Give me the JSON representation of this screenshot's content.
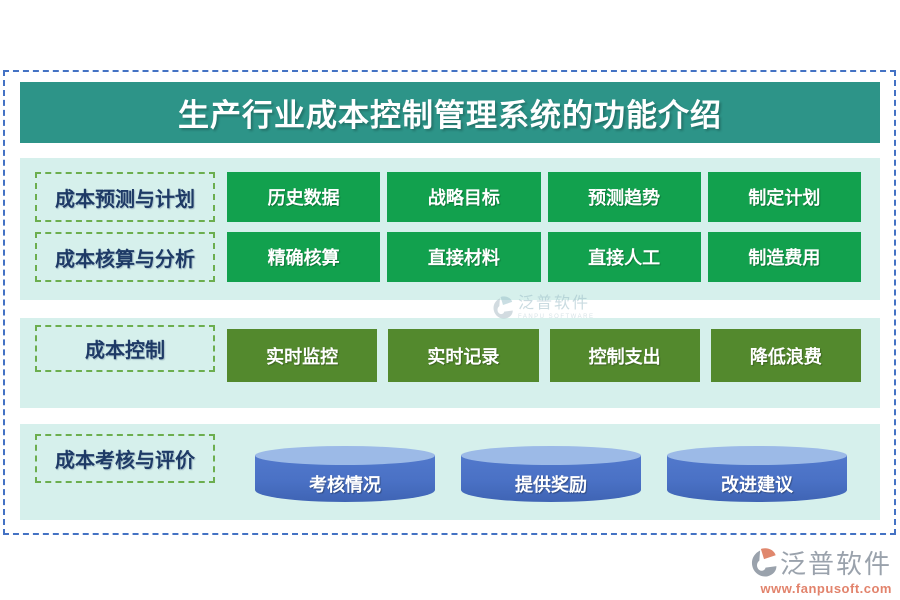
{
  "page": {
    "title": "生产行业成本控制管理系统的功能介绍"
  },
  "sections": {
    "planning": {
      "rows": [
        {
          "label": "成本预测与计划",
          "items": [
            "历史数据",
            "战略目标",
            "预测趋势",
            "制定计划"
          ]
        },
        {
          "label": "成本核算与分析",
          "items": [
            "精确核算",
            "直接材料",
            "直接人工",
            "制造费用"
          ]
        }
      ]
    },
    "control": {
      "rows": [
        {
          "label": "成本控制",
          "items": [
            "实时监控",
            "实时记录",
            "控制支出",
            "降低浪费"
          ]
        }
      ]
    },
    "evaluation": {
      "rows": [
        {
          "label": "成本考核与评价",
          "items": [
            "考核情况",
            "提供奖励",
            "改进建议"
          ]
        }
      ]
    }
  },
  "watermark": {
    "brand": "泛普软件",
    "brand_en": "FANPU SOFTWARE"
  },
  "footer": {
    "brand": "泛普软件",
    "website": "www.fanpusoft.com"
  },
  "colors": {
    "title_bg": "#2d9488",
    "section_bg": "#d6f0ec",
    "item_green": "#12a14e",
    "item_olive": "#53892d",
    "cylinder_body": "#4a71c5",
    "cylinder_top": "#9cbae7",
    "label_border": "#6cae4f",
    "label_text": "#1e3a66",
    "outer_border": "#4472c4",
    "website_color": "#e2836c"
  }
}
